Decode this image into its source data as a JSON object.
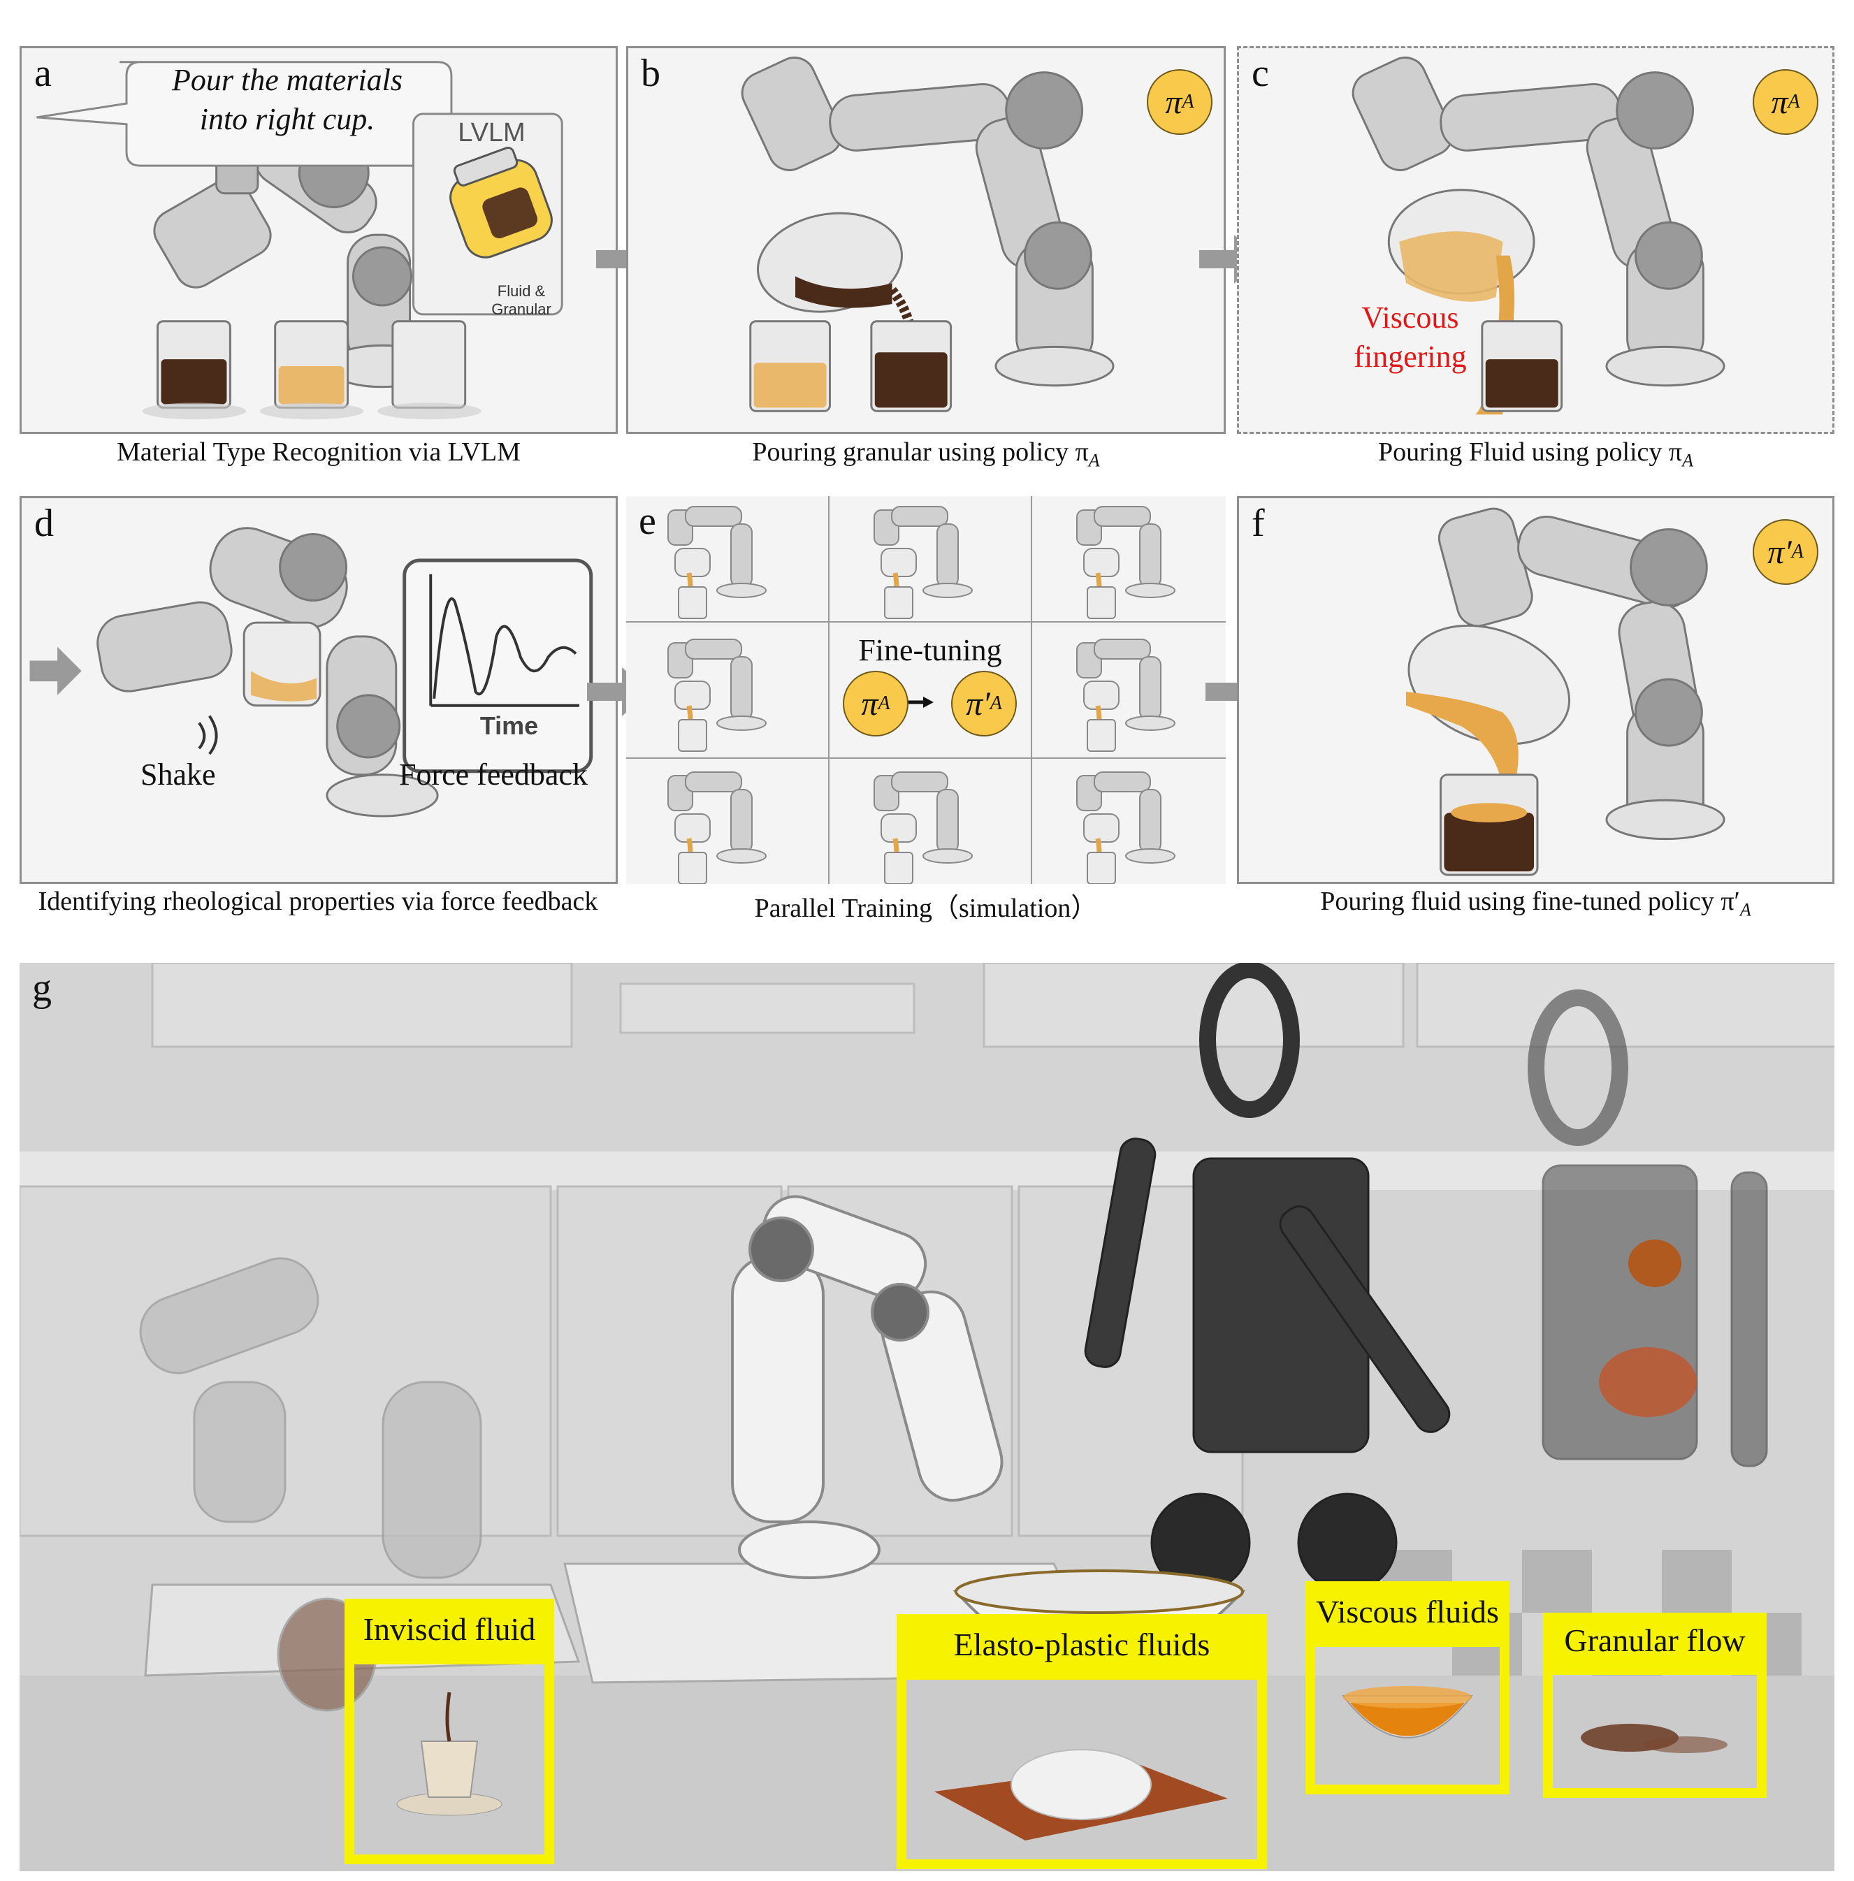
{
  "panels": {
    "a": {
      "letter": "a",
      "speech": "Pour the materials into right cup.",
      "lvlm_title": "LVLM",
      "lvlm_sub": "Fluid & Granular",
      "caption": "Material Type Recognition via LVLM"
    },
    "b": {
      "letter": "b",
      "badge": "π",
      "badge_sub": "A",
      "caption": "Pouring granular using policy  π",
      "caption_sub": "A"
    },
    "c": {
      "letter": "c",
      "badge": "π",
      "badge_sub": "A",
      "annotation_line1": "Viscous",
      "annotation_line2": "fingering",
      "caption": "Pouring Fluid using policy  π",
      "caption_sub": "A"
    },
    "d": {
      "letter": "d",
      "shake_label": "Shake",
      "time_label": "Time",
      "force_label": "Force feedback",
      "caption": "Identifying rheological properties via force feedback"
    },
    "e": {
      "letter": "e",
      "finetune_label": "Fine-tuning",
      "pi_from": "π",
      "pi_from_sub": "A",
      "pi_to": "π′",
      "pi_to_sub": "A",
      "caption": "Parallel Training（simulation）"
    },
    "f": {
      "letter": "f",
      "badge": "π′",
      "badge_sub": "A",
      "caption": "Pouring fluid using fine-tuned policy  π′",
      "caption_sub": "A"
    },
    "g": {
      "letter": "g",
      "labels": [
        "Inviscid fluid",
        "Elasto-plastic fluids",
        "Viscous fluids",
        "Granular flow"
      ]
    }
  },
  "colors": {
    "panel_border": "#8e8e8e",
    "badge_fill": "#f8c94a",
    "highlight_yellow": "#f7f200",
    "annotation_red": "#e01818",
    "fluid_orange": "#e8a84a",
    "granular_brown": "#4a2a18"
  }
}
